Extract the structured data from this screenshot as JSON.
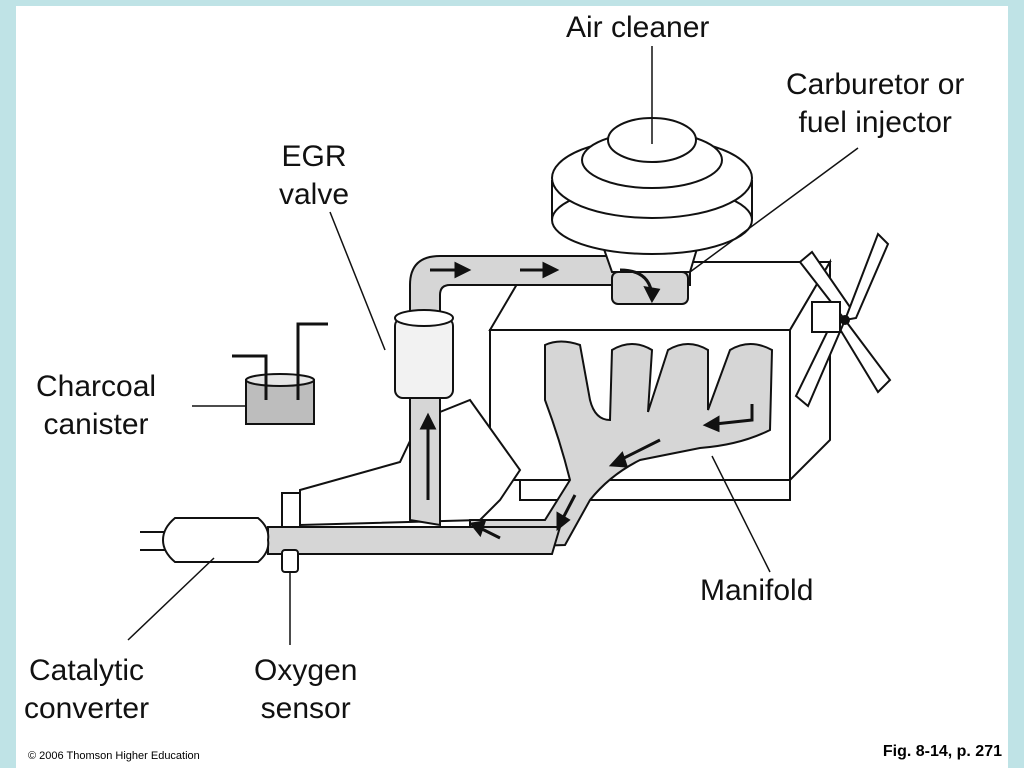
{
  "labels": {
    "air_cleaner": "Air cleaner",
    "carburetor_line1": "Carburetor or",
    "carburetor_line2": "fuel injector",
    "egr_line1": "EGR",
    "egr_line2": "valve",
    "charcoal_line1": "Charcoal",
    "charcoal_line2": "canister",
    "manifold": "Manifold",
    "catalytic_line1": "Catalytic",
    "catalytic_line2": "converter",
    "oxygen_line1": "Oxygen",
    "oxygen_line2": "sensor"
  },
  "footer": {
    "copyright": "© 2006 Thomson Higher Education",
    "figure_ref": "Fig. 8-14, p. 271"
  },
  "colors": {
    "frame": "#bfe3e6",
    "pipe_fill": "#d6d6d6",
    "outline": "#111111"
  }
}
